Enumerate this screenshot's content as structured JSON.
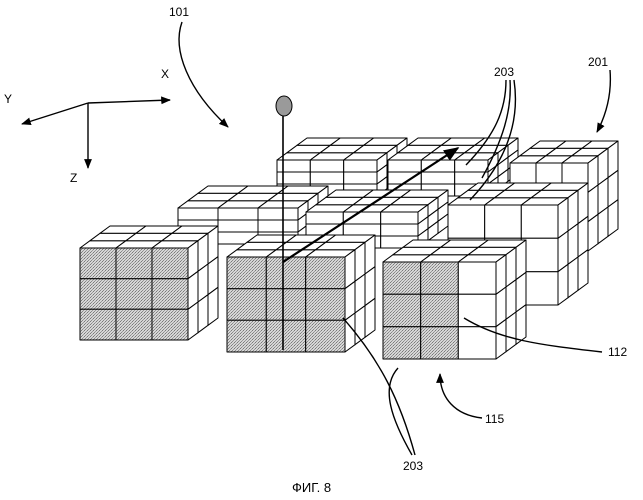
{
  "figure": {
    "caption": "ФИГ. 8",
    "axes": {
      "x": "X",
      "y": "Y",
      "z": "Z"
    },
    "labels": {
      "l101": "101",
      "l201": "201",
      "l203_top": "203",
      "l203_bottom": "203",
      "l112": "112",
      "l115": "115"
    },
    "colors": {
      "stipple": "#c8c8c8",
      "marker": "#9a9a9a",
      "ink": "#000000"
    }
  }
}
